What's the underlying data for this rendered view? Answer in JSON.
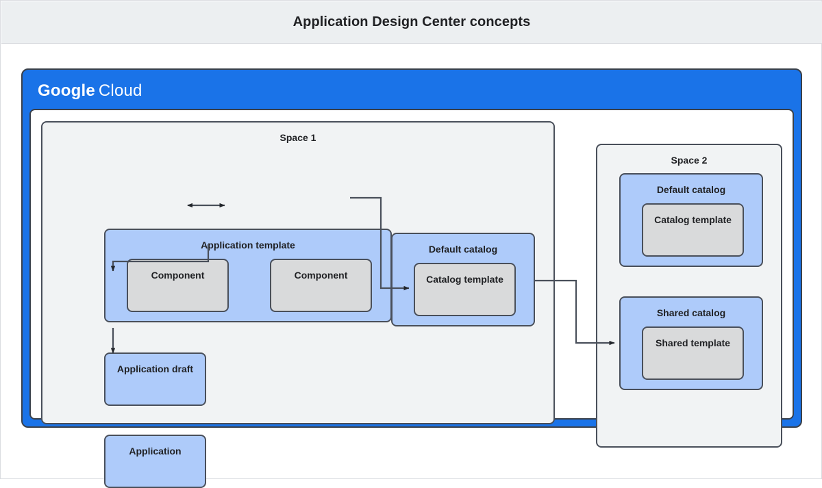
{
  "header": {
    "title": "Application Design Center concepts"
  },
  "cloud": {
    "brand_first": "Google",
    "brand_second": "Cloud",
    "brand_color": "#1a73e8",
    "brand_text_color": "#ffffff"
  },
  "palette": {
    "title_bar_bg": "#eceff1",
    "space_bg": "#f1f3f4",
    "node_blue": "#aecbfa",
    "node_gray": "#d9dadb",
    "stroke": "#494f5a",
    "text": "#202124",
    "panel_bg": "#ffffff"
  },
  "spaces": [
    {
      "id": "space-1",
      "label": "Space 1",
      "nodes": {
        "application_template": {
          "label": "Application template",
          "components": [
            {
              "label": "Component"
            },
            {
              "label": "Component"
            }
          ]
        },
        "application_draft": {
          "label": "Application draft"
        },
        "application": {
          "label": "Application"
        }
      }
    },
    {
      "id": "space-2",
      "label": "Space 2",
      "nodes": {
        "default_catalog": {
          "label": "Default catalog",
          "template": {
            "label": "Catalog template"
          }
        },
        "shared_catalog": {
          "label": "Shared catalog",
          "template": {
            "label": "Shared template"
          }
        }
      }
    }
  ],
  "default_catalog_space1": {
    "label": "Default catalog",
    "template": {
      "label": "Catalog template"
    }
  },
  "connectors": [
    {
      "name": "component-a-to-component-b",
      "kind": "bidirectional-arrow"
    },
    {
      "name": "application-template-to-application-draft",
      "kind": "arrow"
    },
    {
      "name": "application-draft-to-application",
      "kind": "arrow"
    },
    {
      "name": "application-template-to-default-catalog",
      "kind": "arrow"
    },
    {
      "name": "default-catalog-to-shared-catalog",
      "kind": "arrow"
    }
  ]
}
